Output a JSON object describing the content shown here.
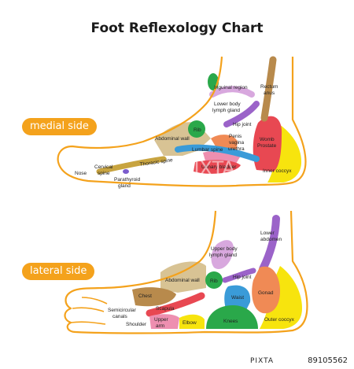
{
  "title": "Foot Reflexology Chart",
  "sides": {
    "medial": "medial side",
    "lateral": "lateral side"
  },
  "medial_labels": {
    "inguinal_region": "Inguinal region",
    "rectum": "Rectum",
    "anus": "anus",
    "lower_body_lymph_1": "Lower body",
    "lower_body_lymph_2": "lymph gland",
    "rib": "Rib",
    "hip_joint": "Hip joint",
    "abdominal_wall": "Abdominal wall",
    "penis": "Penis",
    "vagina": "vagina",
    "urethra": "urethra",
    "womb": "Womb",
    "prostate": "Prostate",
    "lumbar_spine": "Lumbar spine",
    "thoracic_spine": "Thoracic spine",
    "cervical_1": "Cervical",
    "cervical_2": "spine",
    "nose": "Nose",
    "urinary_bladder": "Urinary bladder",
    "inner_coccyx": "Inner coccyx",
    "parathyroid_1": "Parathyroid",
    "parathyroid_2": "gland"
  },
  "lateral_labels": {
    "lower_abdomen_1": "Lower",
    "lower_abdomen_2": "abdomen",
    "lower_body_lymph_1": "Upper body",
    "lower_body_lymph_2": "lymph gland",
    "abdominal_wall": "Abdominal wall",
    "rib": "Rib",
    "hip_joint": "Hip joint",
    "chest": "Chest",
    "waist": "Waist",
    "gonad": "Gonad",
    "scapula": "Scapula",
    "semicircular_1": "Semicircular",
    "semicircular_2": "canals",
    "shoulder": "Shoulder",
    "upper_arm_1": "Upper",
    "upper_arm_2": "arm",
    "elbow": "Elbow",
    "knees": "Knees",
    "outer_coccyx": "Outer coccyx"
  },
  "watermark": "PIXTA",
  "footer": {
    "brand": "PIXTA",
    "id": "89105562"
  },
  "colors": {
    "outline": "#f4a21c",
    "tan": "#d8c394",
    "green": "#2aa84a",
    "brown": "#b88a4c",
    "purple": "#9b63c9",
    "blue": "#3a9bd8",
    "red": "#e84852",
    "yellow": "#f7e40e",
    "pink": "#ee8fb0",
    "lilac": "#d8a8de",
    "orange": "#f08a55"
  }
}
